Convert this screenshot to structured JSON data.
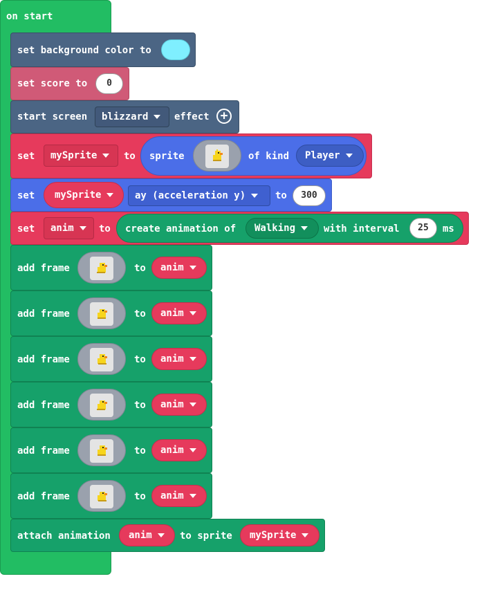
{
  "hat": {
    "label": "on start"
  },
  "colors": {
    "hat": "#22bd63",
    "scene": "#4b6584",
    "info": "#d05a77",
    "variables": "#e63a5c",
    "physics": "#4b6ee8",
    "animation": "#16a16a",
    "background_swatch": "#7fefff"
  },
  "blocks": {
    "set_bg": {
      "text": "set background color to"
    },
    "set_score": {
      "text": "set score to",
      "value": "0"
    },
    "start_screen": {
      "text1": "start screen",
      "effect": "blizzard",
      "text2": "effect"
    },
    "set_sprite": {
      "set": "set",
      "var": "mySprite",
      "to": "to",
      "sprite": "sprite",
      "of_kind": "of kind",
      "kind": "Player"
    },
    "set_ay": {
      "set": "set",
      "var": "mySprite",
      "prop": "ay (acceleration y)",
      "to": "to",
      "value": "300"
    },
    "set_anim": {
      "set": "set",
      "var": "anim",
      "to": "to",
      "create": "create animation of",
      "action": "Walking",
      "with": "with interval",
      "interval": "25",
      "ms": "ms"
    },
    "add_frame": {
      "label": "add frame",
      "to": "to",
      "var": "anim"
    },
    "attach": {
      "label": "attach animation",
      "var": "anim",
      "to": "to sprite",
      "sprite": "mySprite"
    }
  },
  "frames": [
    "duck-frame-1",
    "duck-frame-2",
    "duck-frame-3",
    "duck-frame-4",
    "duck-frame-5",
    "duck-frame-6"
  ]
}
